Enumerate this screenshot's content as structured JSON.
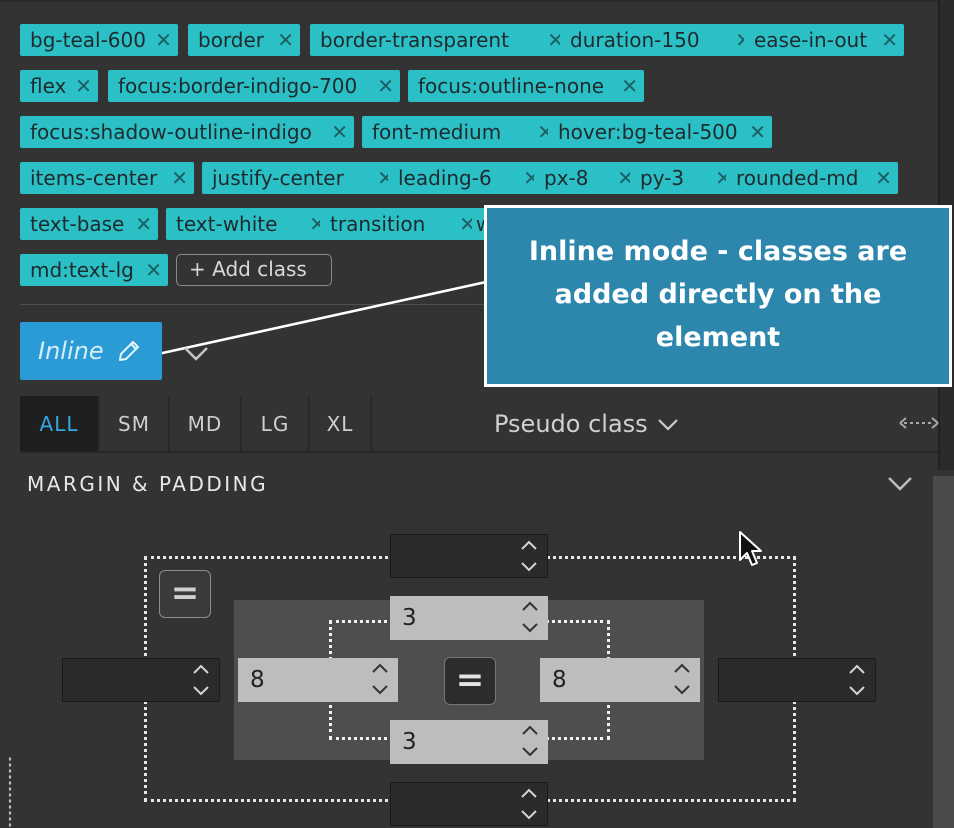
{
  "classes": [
    [
      "bg-teal-600",
      "border",
      "border-transparent",
      "duration-150",
      "ease-in-out"
    ],
    [
      "flex",
      "focus:border-indigo-700",
      "focus:outline-none"
    ],
    [
      "focus:shadow-outline-indigo",
      "font-medium",
      "hover:bg-teal-500"
    ],
    [
      "items-center",
      "justify-center",
      "leading-6",
      "px-8",
      "py-3",
      "rounded-md"
    ],
    [
      "text-base",
      "text-white",
      "transition",
      "w"
    ],
    [
      "md:text-lg"
    ]
  ],
  "remove_glyph": "✕",
  "add_class_label": "+ Add class",
  "mode_button_label": "Inline",
  "callout_text": "Inline mode - classes are added directly on the element",
  "breakpoints": [
    "ALL",
    "SM",
    "MD",
    "LG",
    "XL"
  ],
  "active_breakpoint": "ALL",
  "pseudo_class_label": "Pseudo class",
  "section_title": "MARGIN & PADDING",
  "margin": {
    "top": "",
    "right": "",
    "bottom": "",
    "left": ""
  },
  "padding": {
    "top": "3",
    "right": "8",
    "bottom": "3",
    "left": "8"
  },
  "link_glyph": "=",
  "icons": [
    "close-icon",
    "pencil-icon",
    "chevron-down-icon",
    "resize-horizontal-icon",
    "spinner-arrows-icon",
    "link-values-icon",
    "mouse-cursor-icon"
  ],
  "colors": {
    "chip_bg": "#2ac0c6",
    "accent_blue": "#2a9bd4",
    "callout_bg": "#2d87ad",
    "panel_bg": "#333333"
  }
}
